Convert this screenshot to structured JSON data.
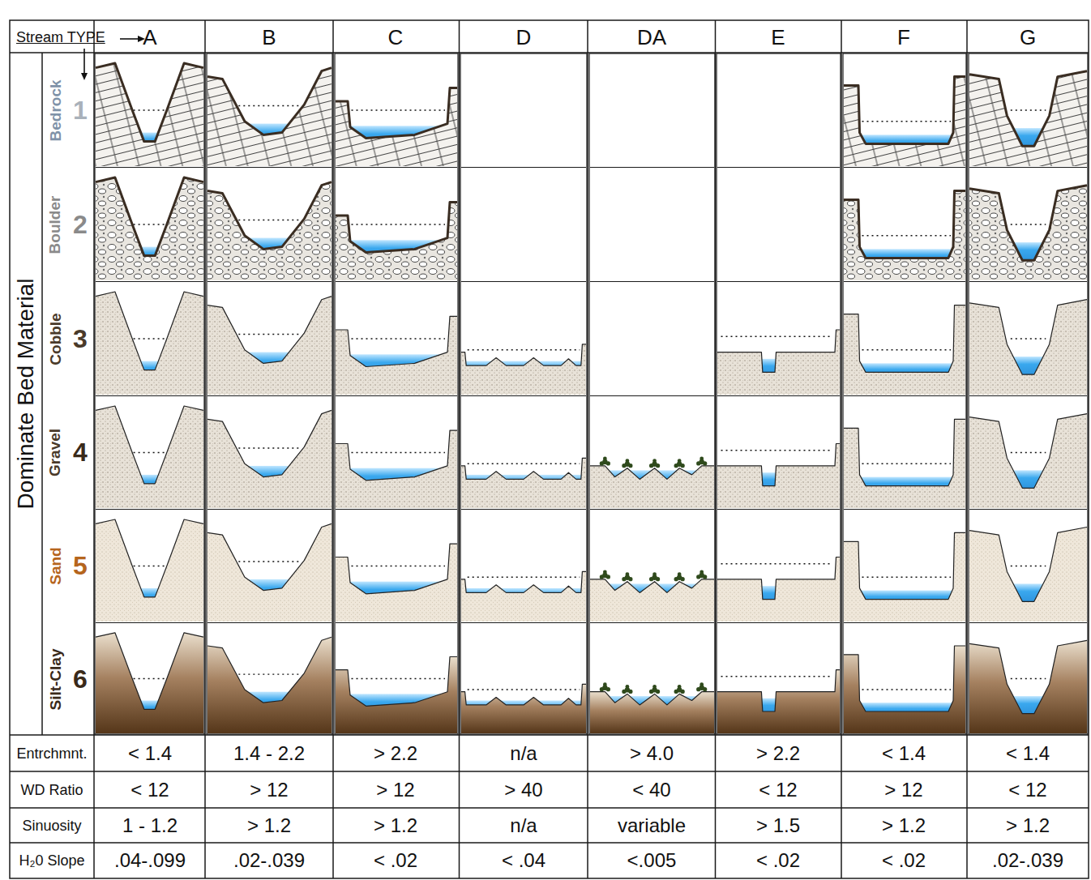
{
  "diagram": {
    "labels": [
      "Stream TYPE",
      "A",
      "B",
      "C",
      "D",
      "DA",
      "E",
      "F",
      "G",
      "Dominate Bed Material",
      "Bedrock",
      "1",
      "Boulder",
      "2",
      "Cobble",
      "3",
      "Gravel",
      "4",
      "Sand",
      "5",
      "Silt-Clay",
      "6",
      "Entrchmnt.",
      "< 1.4",
      "1.4 - 2.2",
      "> 2.2",
      "n/a",
      "> 4.0",
      "> 2.2",
      "< 1.4",
      "< 1.4",
      "WD Ratio",
      "< 12",
      "> 12",
      "> 12",
      "> 40",
      "< 40",
      "< 12",
      "> 12",
      "< 12",
      "Sinuosity",
      "1 - 1.2",
      "> 1.2",
      "> 1.2",
      "n/a",
      "variable",
      "> 1.5",
      "> 1.2",
      "> 1.2",
      "H₂0 Slope",
      ".04-.099",
      ".02-.039",
      "< .02",
      "< .04",
      "<.005",
      "< .02",
      "< .02",
      ".02-.039"
    ]
  }
}
